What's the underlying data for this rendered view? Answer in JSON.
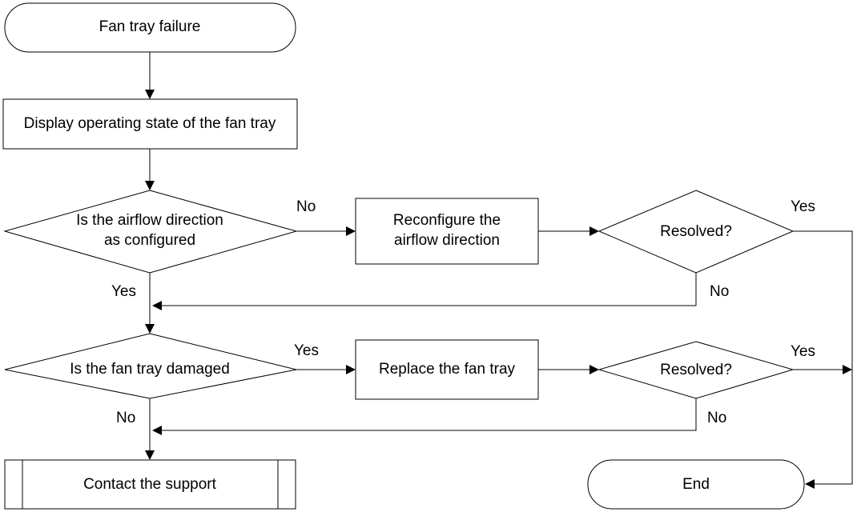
{
  "nodes": {
    "start": "Fan tray failure",
    "display": "Display operating state of the fan tray",
    "airflow_decision": [
      "Is the airflow direction",
      "as configured"
    ],
    "reconfigure": [
      "Reconfigure the",
      "airflow direction"
    ],
    "resolved_1": "Resolved?",
    "damaged_decision": "Is the fan tray damaged",
    "replace": "Replace the fan tray",
    "resolved_2": "Resolved?",
    "contact": "Contact the support",
    "end": "End"
  },
  "edge_labels": {
    "airflow_no": "No",
    "airflow_yes": "Yes",
    "resolved_1_yes": "Yes",
    "resolved_1_no": "No",
    "damaged_yes": "Yes",
    "damaged_no": "No",
    "resolved_2_yes": "Yes",
    "resolved_2_no": "No"
  }
}
